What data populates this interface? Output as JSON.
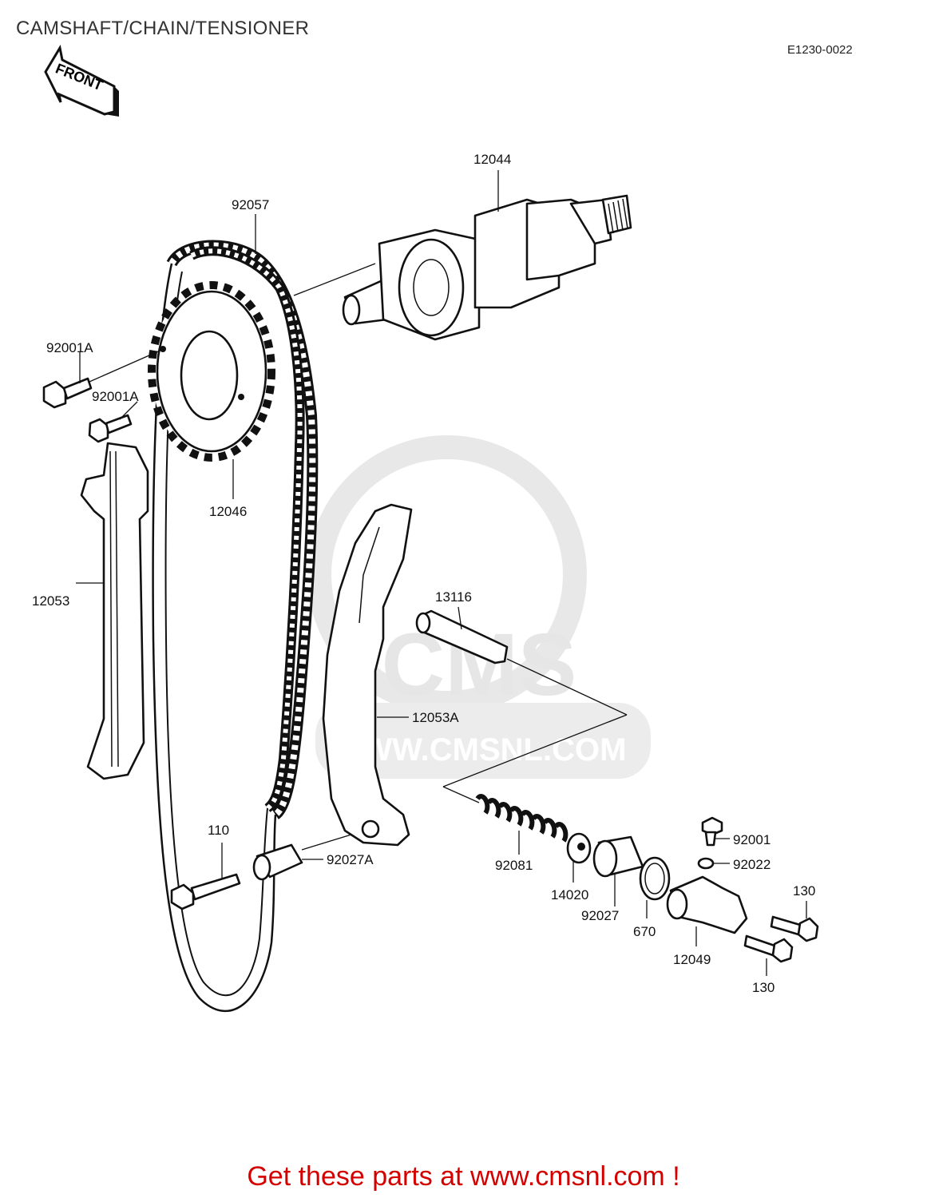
{
  "title": "CAMSHAFT/CHAIN/TENSIONER",
  "diagram_code": "E1230-0022",
  "front_label": "FRONT",
  "watermark": {
    "brand": "CMS",
    "url": "WWW.CMSNL.COM"
  },
  "parts": {
    "p12044": "12044",
    "p92057": "92057",
    "p92001A_1": "92001A",
    "p92001A_2": "92001A",
    "p12046": "12046",
    "p12053": "12053",
    "p13116": "13116",
    "p12053A": "12053A",
    "p110": "110",
    "p92027A": "92027A",
    "p92081": "92081",
    "p14020": "14020",
    "p92027": "92027",
    "p670": "670",
    "p12049": "12049",
    "p92001": "92001",
    "p92022": "92022",
    "p130_1": "130",
    "p130_2": "130"
  },
  "footer": "Get these parts at www.cmsnl.com !"
}
